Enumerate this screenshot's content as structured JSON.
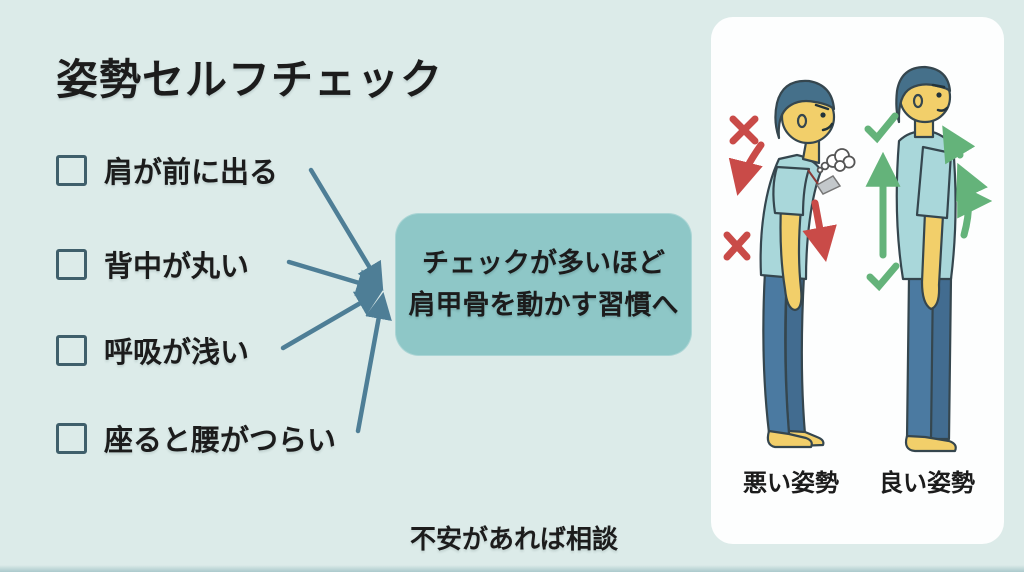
{
  "title": "姿勢セルフチェック",
  "checklist": {
    "items": [
      {
        "label": "肩が前に出る",
        "checked": false
      },
      {
        "label": "背中が丸い",
        "checked": false
      },
      {
        "label": "呼吸が浅い",
        "checked": false
      },
      {
        "label": "座ると腰がつらい",
        "checked": false
      }
    ]
  },
  "center_box": {
    "line1": "チェックが多いほど",
    "line2": "肩甲骨を動かす習慣へ"
  },
  "footer_note": "不安があれば相談",
  "illustration": {
    "bad_label": "悪い姿勢",
    "good_label": "良い姿勢"
  },
  "colors": {
    "background": "#dcebe9",
    "card": "#fdfefe",
    "center_box": "#8ec7c7",
    "connector_arrow": "#4e7e96",
    "checkbox_border": "#3f5f6b",
    "text": "#1c1c1c",
    "bad_accent_red": "#c94b48",
    "good_accent_green": "#64b37a",
    "hair": "#45708a",
    "skin": "#f2cf6a",
    "shirt": "#a9d7da",
    "pants": "#4b7aa1"
  }
}
